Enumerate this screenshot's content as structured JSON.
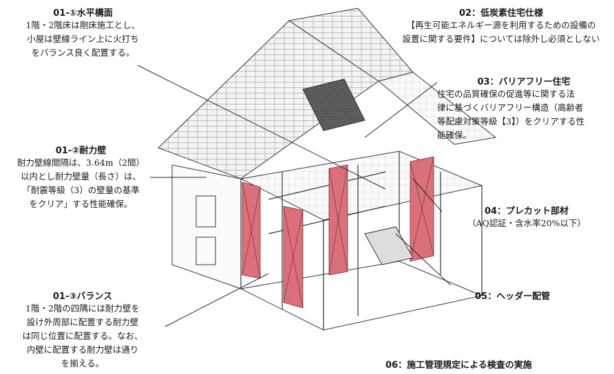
{
  "notes": {
    "n01_1": {
      "title": "01-①水平構面",
      "lines": [
        "1階・2階床は剛床施工とし、",
        "小屋は壁線ライン上に火打ち",
        "をバランス良く配置する。"
      ]
    },
    "n01_2": {
      "title": "01-②耐力壁",
      "lines": [
        "耐力壁線間隔は、3.64m（2間）",
        "以内とし耐力壁量（長さ）は、",
        "「耐震等級（3）の壁量の基準",
        "をクリア」する性能確保。"
      ]
    },
    "n01_3": {
      "title": "01-③バランス",
      "lines": [
        "1階・2階の四隅には耐力壁を",
        "設け外周部に配置する耐力壁",
        "は同じ位置に配置する。なお、",
        "内壁に配置する耐力壁は通り",
        "を揃える。"
      ]
    },
    "n02": {
      "title": "02：低炭素住宅仕様",
      "lines": [
        "【再生可能エネルギー源を利用するための設備の",
        "設置に関する要件】については除外し必須としない"
      ]
    },
    "n03": {
      "title": "03：バリアフリー住宅",
      "lines": [
        "住宅の品質確保の促進等に関する法",
        "律に基づくバリアフリー構造（高齢者",
        "等配慮対策等級【3】）をクリアする性",
        "能確保。"
      ]
    },
    "n04": {
      "title": "04：プレカット部材",
      "lines": [
        "（AQ認証・含水率20%以下）"
      ]
    },
    "n05": {
      "title": "05：ヘッダー配管",
      "lines": []
    },
    "n06": {
      "title": "06：施工管理規定による検査の実施",
      "lines": []
    }
  },
  "colors": {
    "wall": "#d9707a",
    "line": "#222222",
    "roof": "#f4f4f4"
  }
}
